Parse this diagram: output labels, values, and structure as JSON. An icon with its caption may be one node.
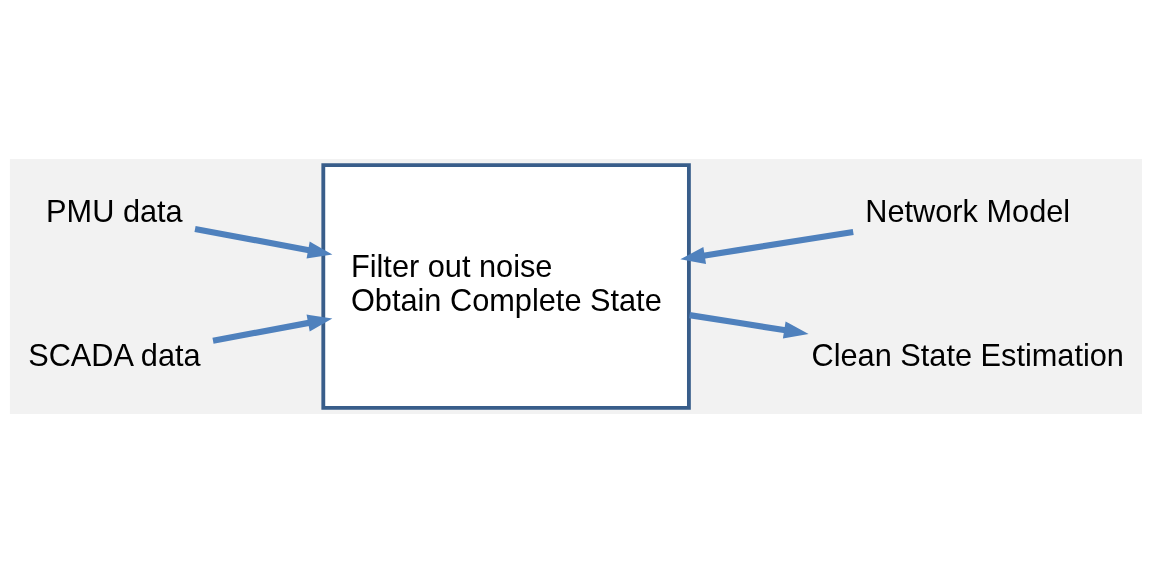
{
  "diagram": {
    "nodes": [
      {
        "text": [
          "PMU data"
        ]
      },
      {
        "text": [
          "SCADA data"
        ]
      },
      {
        "text": [
          "Filter out noise",
          "Obtain Complete State"
        ]
      },
      {
        "text": [
          "Network Model"
        ]
      },
      {
        "text": [
          "Clean State Estimation"
        ]
      }
    ],
    "edges": [
      {
        "from": 0,
        "to": 2,
        "arrow": "to"
      },
      {
        "from": 1,
        "to": 2,
        "arrow": "to"
      },
      {
        "from": 3,
        "to": 2,
        "arrow": "to"
      },
      {
        "from": 2,
        "to": 4,
        "arrow": "to"
      }
    ]
  }
}
